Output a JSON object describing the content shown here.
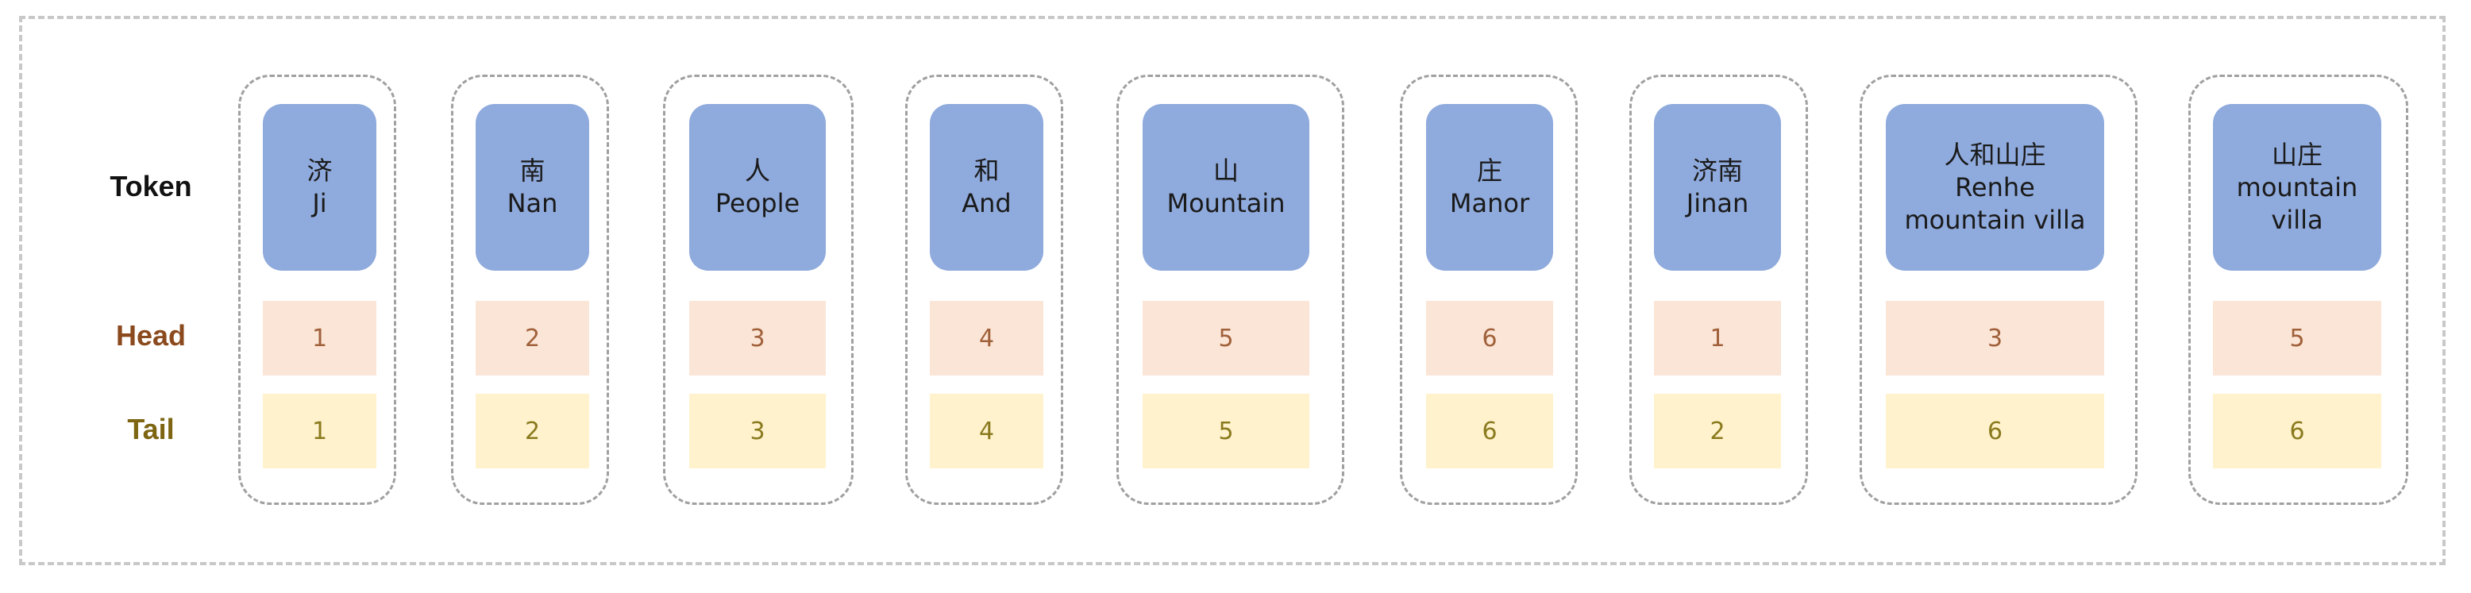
{
  "row_labels": {
    "token": "Token",
    "head": "Head",
    "tail": "Tail"
  },
  "tokens": [
    {
      "zh": "济",
      "en": [
        "Ji"
      ],
      "head": "1",
      "tail": "1"
    },
    {
      "zh": "南",
      "en": [
        "Nan"
      ],
      "head": "2",
      "tail": "2"
    },
    {
      "zh": "人",
      "en": [
        "People"
      ],
      "head": "3",
      "tail": "3"
    },
    {
      "zh": "和",
      "en": [
        "And"
      ],
      "head": "4",
      "tail": "4"
    },
    {
      "zh": "山",
      "en": [
        "Mountain"
      ],
      "head": "5",
      "tail": "5"
    },
    {
      "zh": "庄",
      "en": [
        "Manor"
      ],
      "head": "6",
      "tail": "6"
    },
    {
      "zh": "济南",
      "en": [
        "Jinan"
      ],
      "head": "1",
      "tail": "2"
    },
    {
      "zh": "人和山庄",
      "en": [
        "Renhe",
        "mountain villa"
      ],
      "head": "3",
      "tail": "6"
    },
    {
      "zh": "山庄",
      "en": [
        "mountain",
        "villa"
      ],
      "head": "5",
      "tail": "6"
    }
  ],
  "colors": {
    "token_fill": "#8faadc",
    "head_fill": "#fbe5d6",
    "tail_fill": "#fff2cc",
    "head_text": "#8b4a1e",
    "tail_text": "#7d6512"
  }
}
